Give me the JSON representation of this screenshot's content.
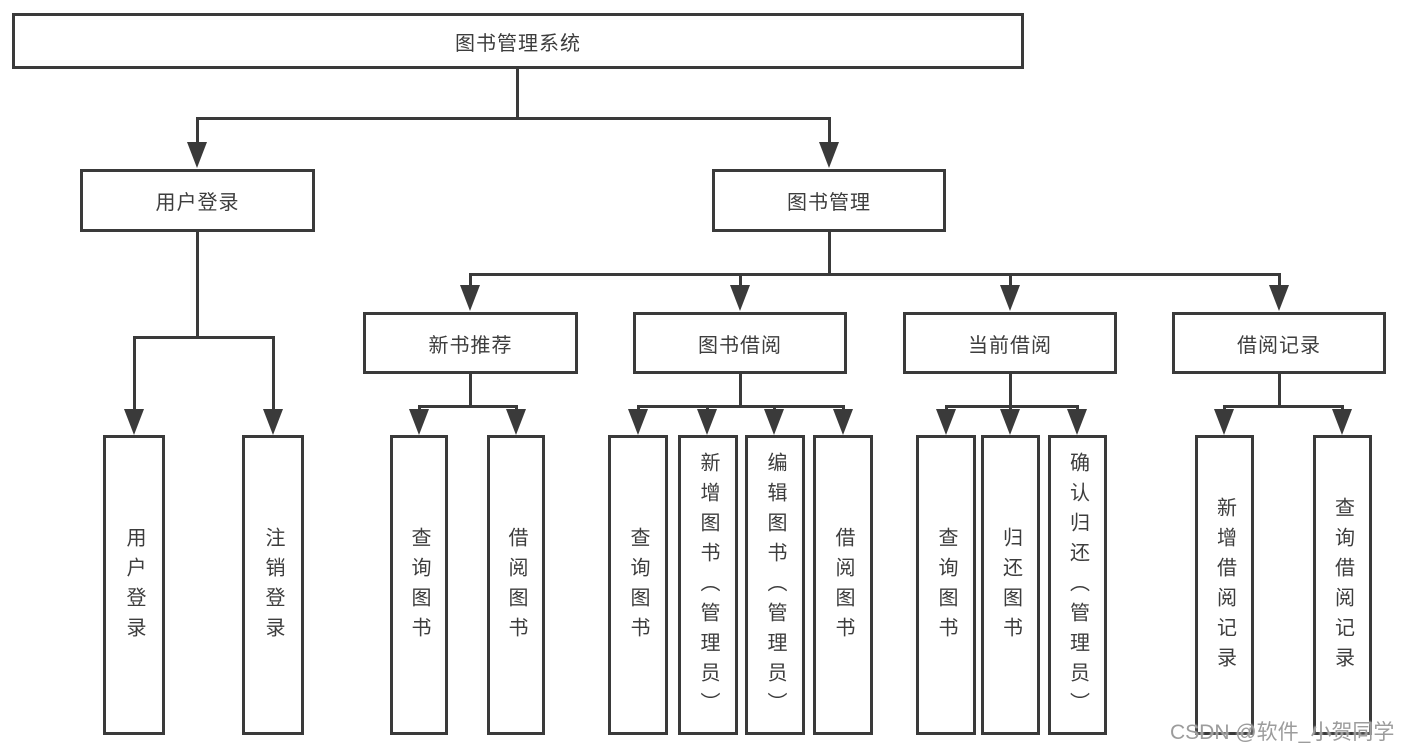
{
  "diagram": {
    "root": "图书管理系统",
    "branches": [
      {
        "label": "用户登录",
        "children": [
          "用户登录",
          "注销登录"
        ]
      },
      {
        "label": "图书管理",
        "sections": [
          {
            "label": "新书推荐",
            "children": [
              "查询图书",
              "借阅图书"
            ]
          },
          {
            "label": "图书借阅",
            "children": [
              "查询图书",
              "新增图书（管理员）",
              "编辑图书（管理员）",
              "借阅图书"
            ]
          },
          {
            "label": "当前借阅",
            "children": [
              "查询图书",
              "归还图书",
              "确认归还（管理员）"
            ]
          },
          {
            "label": "借阅记录",
            "children": [
              "新增借阅记录",
              "查询借阅记录"
            ]
          }
        ]
      }
    ]
  },
  "watermark": "CSDN @软件_小贺同学",
  "colors": {
    "line": "#3a3a3a",
    "text": "#3d3d3d",
    "watermark": "#9c9c9c"
  }
}
